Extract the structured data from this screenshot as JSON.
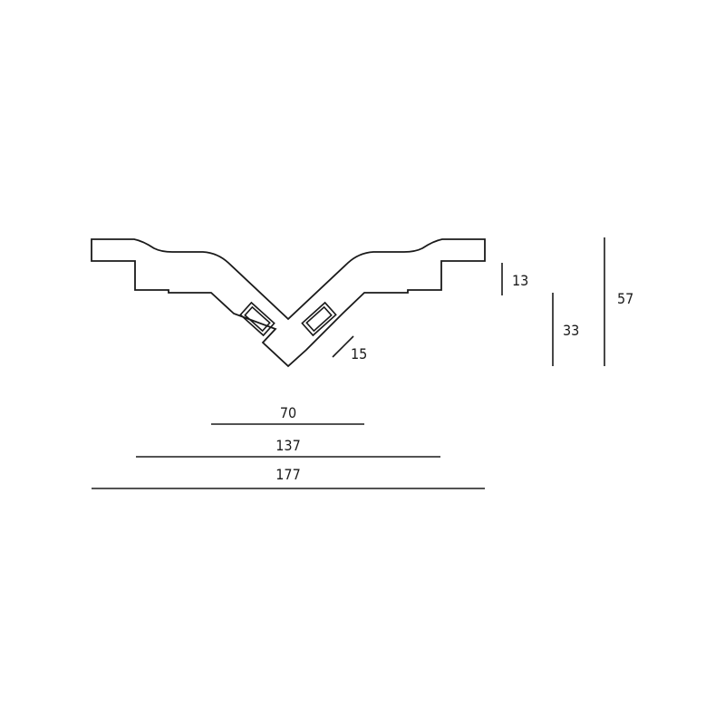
{
  "dimensions": {
    "height_13": "13",
    "height_33": "33",
    "height_57": "57",
    "slot_15": "15",
    "width_70": "70",
    "width_137": "137",
    "width_177": "177"
  },
  "colors": {
    "line": "#1a1a1a",
    "background": "#ffffff"
  }
}
